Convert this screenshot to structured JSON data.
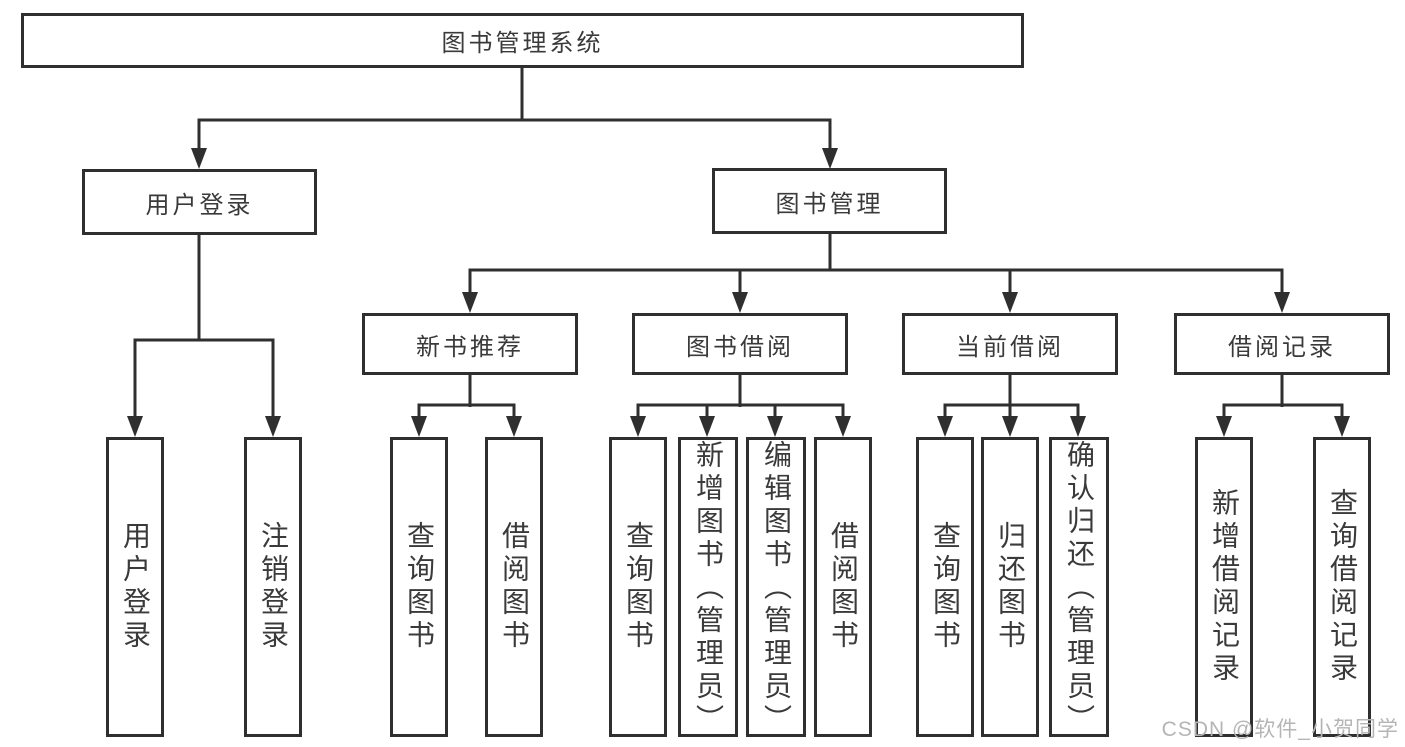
{
  "diagram": {
    "root": {
      "label": "图书管理系统"
    },
    "level2": [
      {
        "label": "用户登录"
      },
      {
        "label": "图书管理"
      }
    ],
    "level3": [
      {
        "label": "新书推荐"
      },
      {
        "label": "图书借阅"
      },
      {
        "label": "当前借阅"
      },
      {
        "label": "借阅记录"
      }
    ],
    "leaves": {
      "user_login": [
        "用户登录",
        "注销登录"
      ],
      "new_book": [
        "查询图书",
        "借阅图书"
      ],
      "book_borrow": [
        "查询图书",
        "新增图书（管理员）",
        "编辑图书（管理员）",
        "借阅图书"
      ],
      "current_borrow": [
        "查询图书",
        "归还图书",
        "确认归还（管理员）"
      ],
      "borrow_record": [
        "新增借阅记录",
        "查询借阅记录"
      ]
    }
  },
  "watermark": "CSDN @软件_小贺同学",
  "colors": {
    "line": "#2f2f2f",
    "text": "#3a3a3a",
    "watermark": "#b5b5b5"
  }
}
